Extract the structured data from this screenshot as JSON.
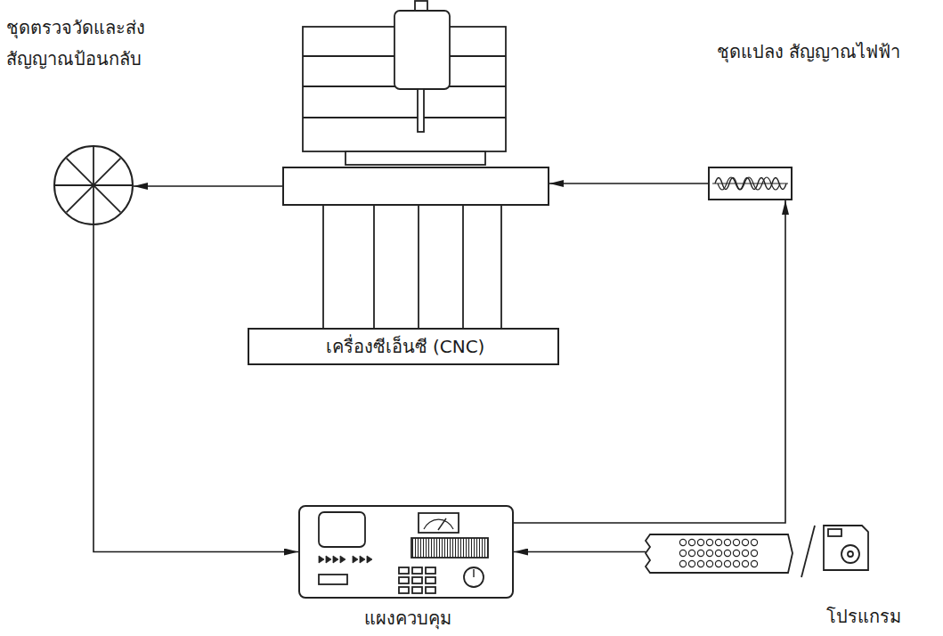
{
  "diagram": {
    "nodes": [
      {
        "text": [
          "ชุดตรวจวัดและส่ง สัญญาณป้อนกลับ"
        ]
      },
      {
        "text": [
          "เครื่องซีเอ็นซี (CNC)"
        ]
      },
      {
        "text": [
          "ชุดแปลง สัญญาณไฟฟ้า"
        ]
      },
      {
        "text": [
          "แผงควบคุม"
        ]
      },
      {
        "text": [
          "โปรแกรม"
        ]
      }
    ],
    "edges": [
      {
        "from": 1,
        "to": 0,
        "arrow": "to"
      },
      {
        "from": 0,
        "to": 3,
        "arrow": "to"
      },
      {
        "from": 3,
        "to": 2,
        "arrow": "to"
      },
      {
        "from": 2,
        "to": 1,
        "arrow": "to"
      },
      {
        "from": 4,
        "to": 3,
        "arrow": "to"
      }
    ]
  }
}
